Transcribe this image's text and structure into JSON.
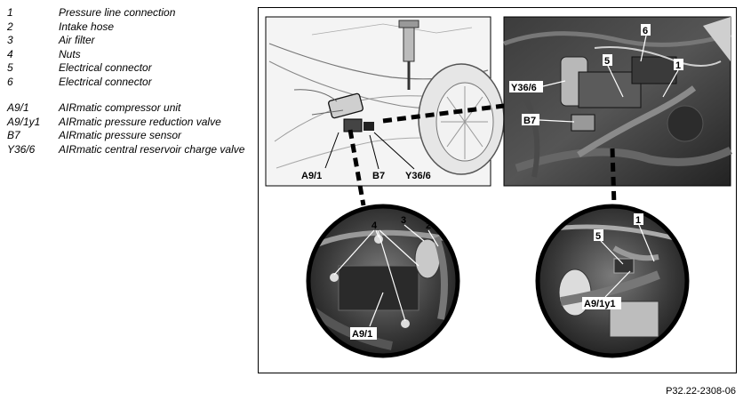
{
  "legend": {
    "items": [
      {
        "code": "1",
        "text": "Pressure line connection"
      },
      {
        "code": "2",
        "text": "Intake hose"
      },
      {
        "code": "3",
        "text": "Air filter"
      },
      {
        "code": "4",
        "text": "Nuts"
      },
      {
        "code": "5",
        "text": "Electrical connector"
      },
      {
        "code": "6",
        "text": "Electrical connector"
      }
    ],
    "components": [
      {
        "code": "A9/1",
        "text": "AIRmatic compressor unit"
      },
      {
        "code": "A9/1y1",
        "text": "AIRmatic pressure reduction valve"
      },
      {
        "code": "B7",
        "text": "AIRmatic pressure sensor"
      },
      {
        "code": "Y36/6",
        "text": "AIRmatic central reservoir charge valve"
      }
    ]
  },
  "figure": {
    "overview_labels": {
      "a91": "A9/1",
      "b7": "B7",
      "y366": "Y36/6"
    },
    "detail_right_labels": {
      "y366": "Y36/6",
      "b7": "B7",
      "n5": "5",
      "n6": "6",
      "n1": "1"
    },
    "circle_left_labels": {
      "n4": "4",
      "n3": "3",
      "n2": "2",
      "a91": "A9/1"
    },
    "circle_right_labels": {
      "n1": "1",
      "n5": "5",
      "a91y1": "A9/1y1"
    }
  },
  "caption": "P32.22-2308-06"
}
